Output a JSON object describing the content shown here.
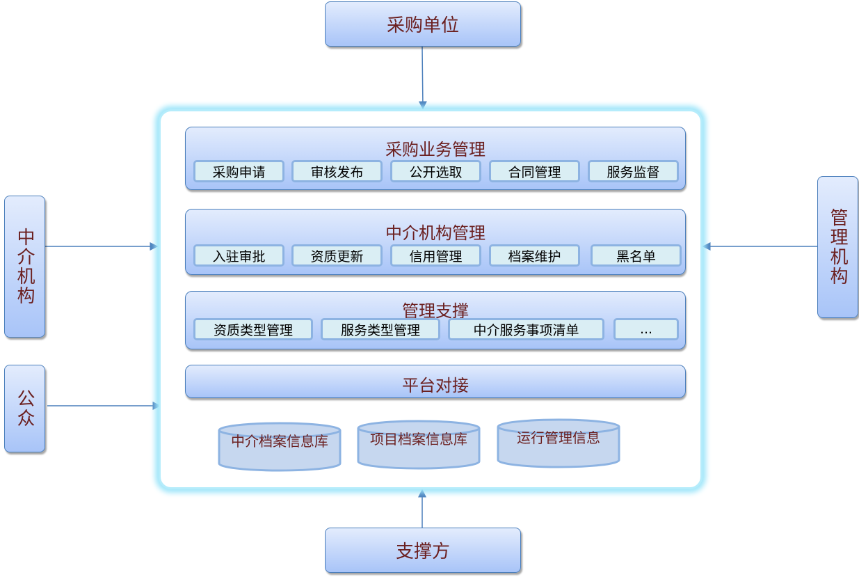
{
  "actors": {
    "top": "采购单位",
    "bottom": "支撑方",
    "left1": "中介机构",
    "left2": "公众",
    "right": "管理机构"
  },
  "groups": [
    {
      "title": "采购业务管理",
      "items": [
        "采购申请",
        "审核发布",
        "公开选取",
        "合同管理",
        "服务监督"
      ]
    },
    {
      "title": "中介机构管理",
      "items": [
        "入驻审批",
        "资质更新",
        "信用管理",
        "档案维护",
        "黑名单"
      ]
    },
    {
      "title": "管理支撑",
      "items": [
        "资质类型管理",
        "服务类型管理",
        "中介服务事项清单",
        "..."
      ]
    },
    {
      "title": "平台对接",
      "items": []
    }
  ],
  "databases": [
    "中介档案信息库",
    "项目档案信息库",
    "运行管理信息"
  ]
}
